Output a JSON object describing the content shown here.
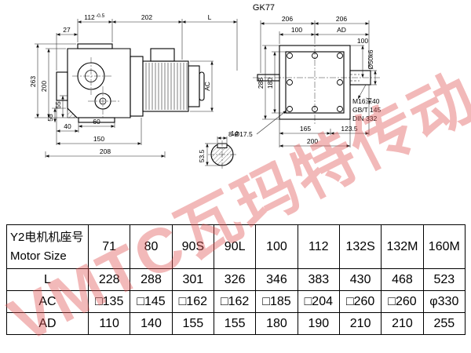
{
  "drawing": {
    "title": "GK77",
    "left_view": {
      "dim_112": "112",
      "dim_112_tol": "-0.5",
      "dim_202": "202",
      "dim_L": "L",
      "dim_27": "27",
      "dim_263": "263",
      "dim_200": "200",
      "dim_55_upper": "55",
      "dim_55_lower": "55",
      "dim_40": "40",
      "dim_60": "60",
      "dim_150": "150",
      "dim_208": "208",
      "dim_AC": "AC"
    },
    "shaft_section": {
      "dim_14": "14",
      "dim_53_5": "53.5"
    },
    "rear_view": {
      "dim_206_left": "206",
      "dim_206_right": "206",
      "dim_100_top": "100",
      "dim_AD": "AD",
      "dim_100_right": "100",
      "dim_shaft": "Ø50k6",
      "dim_288": "288",
      "dim_180": "180",
      "dim_165": "165",
      "dim_123_5": "123.5",
      "dim_200": "200",
      "dim_holes": "8-Ø17.5",
      "note_thread": "M16深40",
      "note_gb": "GB/T 145",
      "note_din": "DIN 332"
    }
  },
  "table": {
    "header": {
      "label_cn": "Y2电机机座号",
      "label_en": "Motor Size",
      "sizes": [
        "71",
        "80",
        "90S",
        "90L",
        "100",
        "112",
        "132S",
        "132M",
        "160M"
      ]
    },
    "rows": [
      {
        "label": "L",
        "values": [
          "228",
          "288",
          "301",
          "326",
          "346",
          "383",
          "430",
          "468",
          "523"
        ]
      },
      {
        "label": "AC",
        "values": [
          "□135",
          "□145",
          "□162",
          "□162",
          "□185",
          "□204",
          "□260",
          "□260",
          "φ330"
        ]
      },
      {
        "label": "AD",
        "values": [
          "110",
          "140",
          "155",
          "155",
          "180",
          "190",
          "210",
          "210",
          "255"
        ]
      }
    ]
  },
  "watermark": {
    "text": "VMTC瓦玛特传动",
    "color": "#e05252"
  }
}
